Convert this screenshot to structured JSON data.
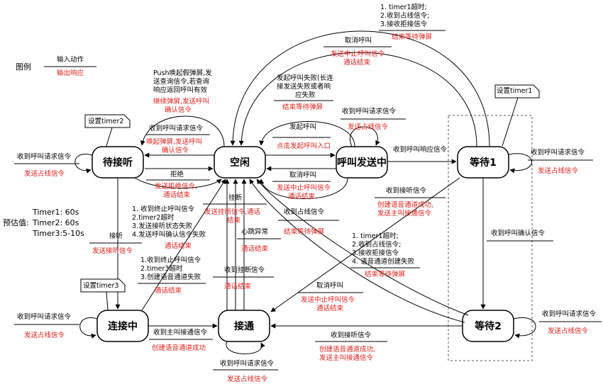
{
  "nodes": {
    "idle": "空闲",
    "wait_answer": "待接听",
    "calling": "呼叫发送中",
    "wait1": "等待1",
    "wait2": "等待2",
    "connecting": "连接中",
    "connected": "接通"
  },
  "legend": {
    "title": "图例",
    "input": "输入动作",
    "output": "输出响应"
  },
  "estimate": {
    "label": "预估值:",
    "t1": "Timer1: 60s",
    "t2": "Timer2: 60s",
    "t3": "Timer3:5-10s"
  },
  "notes": {
    "timer1": "设置timer1",
    "timer2": "设置timer2",
    "timer3": "设置timer3"
  },
  "labels": {
    "push_1": "Push唤起假弹屏,发",
    "push_2": "送查询信令,若查询",
    "push_3": "响应返回呼叫有效",
    "push_red1": "继续弹屏,发送呼叫",
    "push_red2": "确认信令",
    "recv_req_idle": "收到呼叫请求信令",
    "wake_red1": "唤起弹屏,发送呼叫",
    "wake_red2": "确认信令",
    "reject": "拒绝",
    "reject_red1": "发送拒绝信令,",
    "reject_red2": "通话结束",
    "cancel_top": "取消呼叫",
    "cancel_top_red1": "发送中止呼叫信令",
    "cancel_top_red2": "通话结束",
    "timeout_top1": "1. timer1超时;",
    "timeout_top2": "2.收到占线信令;",
    "timeout_top3": "3.接收拒接信令",
    "timeout_top_red": "结束等待弹屏",
    "fail_1": "发起呼叫失败(长连",
    "fail_2": "接发送失败或者响",
    "fail_3": "应失败",
    "fail_red": "结束等待弹屏",
    "initiate": "发起呼叫",
    "initiate_red": "点击发起呼叫入口",
    "cancel_mid": "取消呼叫",
    "cancel_mid_red1": "发送中止呼叫信令",
    "cancel_mid_red2": "通话结束",
    "calling_self": "收到呼叫请求信令",
    "calling_self_red": "发送占线信令",
    "recv_resp": "收到呼叫响应信令",
    "wait1_self": "收到呼叫请求信令",
    "wait1_self_red": "发送占线信令",
    "left_req": "收到呼叫请求信令",
    "left_req_red": "发送占线信令",
    "conn_fail_1": "1. 收到终止呼叫信令",
    "conn_fail_2": "2.timer2超时",
    "conn_fail_3": "3.发送接听状态失败",
    "conn_fail_4": "4.发送呼叫确认信令失败",
    "conn_fail_red": "通话结束",
    "answer": "接听",
    "answer_red": "发送接听信令",
    "hangup": "挂断",
    "hangup_red1": "发送挂断信令,通话",
    "hangup_red2": "结束",
    "heartbeat": "心跳异常",
    "heartbeat_red": "通话结束",
    "recv_hangup": "收到挂断信令",
    "recv_hangup_red": "通话结束",
    "busy_recv": "收到占线信令",
    "busy_red": "结束等待弹屏",
    "connecting_fail_1": "1.收到终止呼叫信令",
    "connecting_fail_2": "2.timer3超时",
    "connecting_fail_3": "3.创建语音通道失败",
    "connecting_fail_red": "通话结束",
    "recv_answer_w1": "收到接听信令",
    "recv_answer_w1_red1": "创建语音通道成功,",
    "recv_answer_w1_red2": "发送主叫接通信令",
    "recv_confirm": "收到呼叫确认信令",
    "w2_fail_1": "1. timer1超时;",
    "w2_fail_2": "2.收到占线信令;",
    "w2_fail_3": "3.接收拒接信令",
    "w2_fail_4": "4. 语音通道创建失败",
    "w2_fail_red": "结束等待弹屏",
    "cancel_w2": "取消呼叫",
    "cancel_w2_red1": "发送中止呼叫信令",
    "cancel_w2_red2": "通话结束",
    "recv_callee_conn": "收到主叫接通信令",
    "recv_callee_conn_red": "创建语音通道成功",
    "recv_answer_w2": "收到接听信令",
    "recv_answer_w2_red1": "创建语音通道成功,",
    "recv_answer_w2_red2": "发送主叫接通信令",
    "connected_self": "收到呼叫请求信令",
    "connected_self_red": "发送占线信令",
    "wait2_right": "收到呼叫请求信令",
    "wait2_right_red": "发送占线信令",
    "wait1_right": "收到呼叫请求信令",
    "wait1_right_red": "发送占线信令",
    "conn_left": "收到呼叫请求信令",
    "conn_left_red": "发送占线信令"
  }
}
